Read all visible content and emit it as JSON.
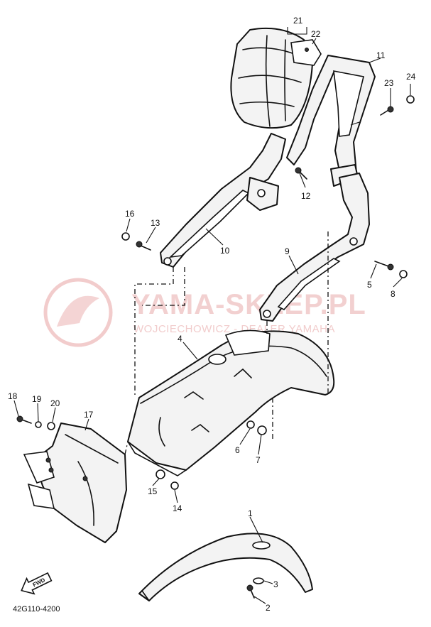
{
  "diagram_code": "42G110-4200",
  "fwd_label": "FWD",
  "watermark": {
    "title": "YAMA-SKLEP.PL",
    "subtitle": "WOJCIECHOWICZ - DEALER YAMAHA",
    "accent_color": "#e9aaaa"
  },
  "callouts": [
    "1",
    "2",
    "3",
    "4",
    "5",
    "6",
    "7",
    "8",
    "9",
    "10",
    "11",
    "12",
    "13",
    "14",
    "15",
    "16",
    "17",
    "18",
    "19",
    "20",
    "21",
    "22",
    "23",
    "24"
  ]
}
